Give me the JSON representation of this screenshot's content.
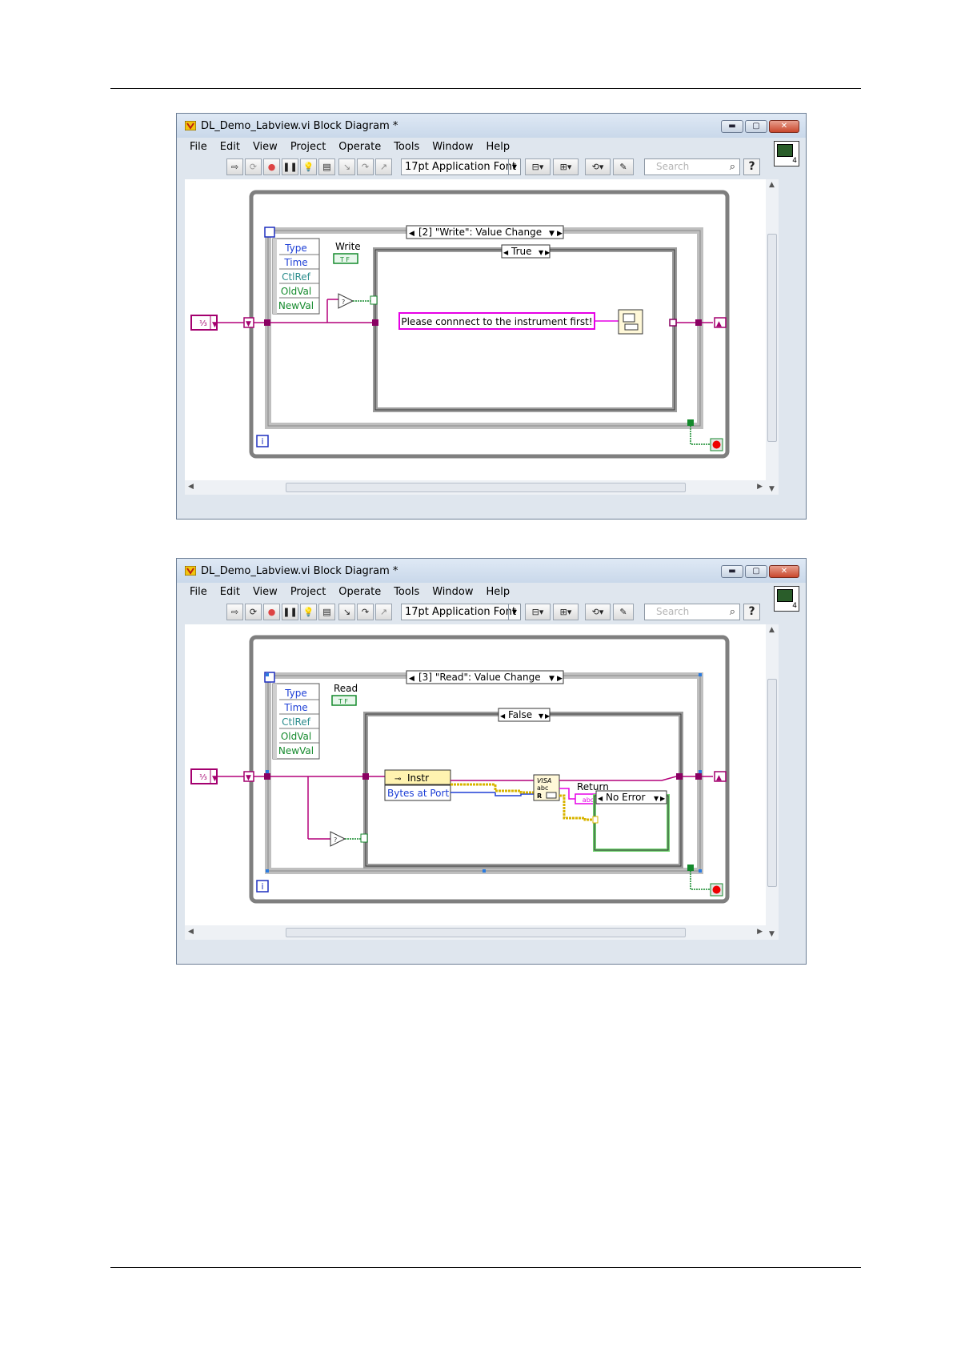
{
  "windows": [
    {
      "title": "DL_Demo_Labview.vi Block Diagram *",
      "menus": [
        "File",
        "Edit",
        "View",
        "Project",
        "Operate",
        "Tools",
        "Window",
        "Help"
      ],
      "font_selector": "17pt Application Font",
      "search_placeholder": "Search",
      "help_label": "?",
      "connector_count": "4",
      "event_selector": "[2] \"Write\": Value Change",
      "event_fields": [
        "Type",
        "Time",
        "CtlRef",
        "OldVal",
        "NewVal"
      ],
      "control_label": "Write",
      "boolean_label": "T F",
      "case_selector": "True",
      "message": "Please connnect to the instrument first!",
      "info_label": "i"
    },
    {
      "title": "DL_Demo_Labview.vi Block Diagram *",
      "menus": [
        "File",
        "Edit",
        "View",
        "Project",
        "Operate",
        "Tools",
        "Window",
        "Help"
      ],
      "font_selector": "17pt Application Font",
      "search_placeholder": "Search",
      "help_label": "?",
      "connector_count": "4",
      "event_selector": "[3] \"Read\": Value Change",
      "event_fields": [
        "Type",
        "Time",
        "CtlRef",
        "OldVal",
        "NewVal"
      ],
      "control_label": "Read",
      "boolean_label": "T F",
      "case_selector": "False",
      "property_node": {
        "class_label": "Instr",
        "property": "Bytes at Port"
      },
      "visa_label": "VISA",
      "visa_sub": "abc",
      "return_label": "Return",
      "string_indicator": "abc",
      "error_case": "No Error",
      "info_label": "i"
    }
  ],
  "colors": {
    "wire_pink": "#b4007a",
    "wire_blue": "#1f3fd6",
    "error_yellow": "#d8b400",
    "bool_green": "#008a3c",
    "struct_gray": "#808080"
  }
}
